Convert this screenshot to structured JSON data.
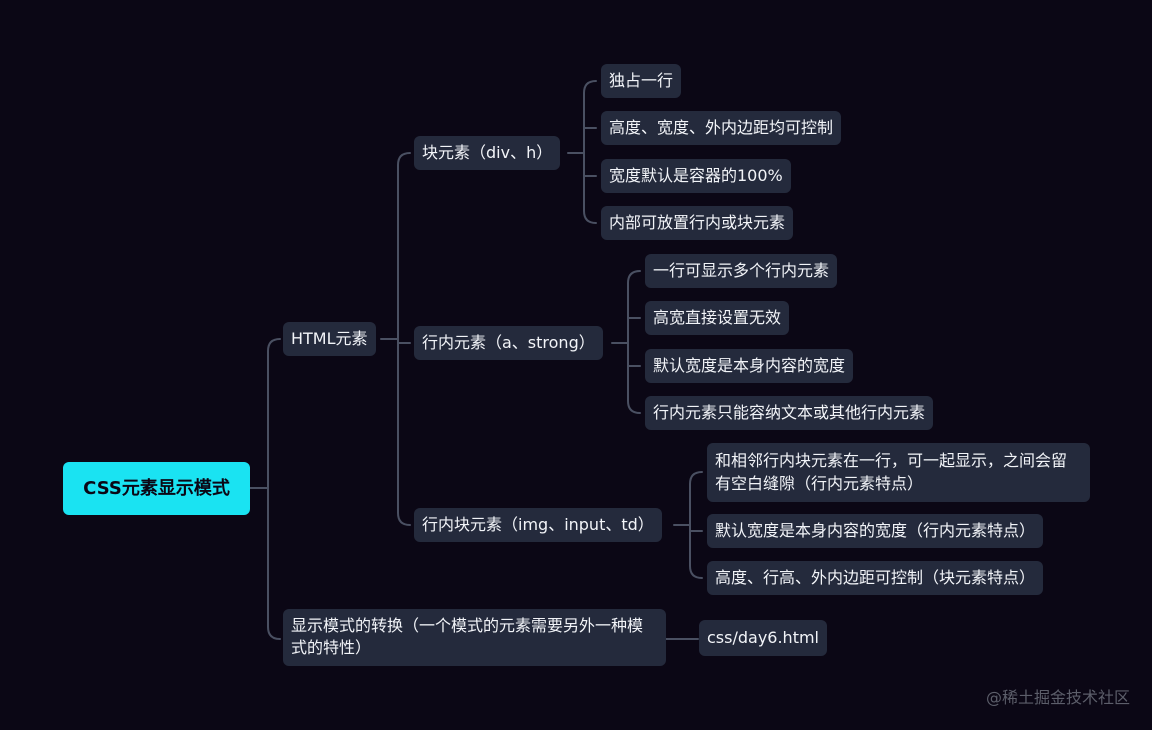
{
  "root": "CSS元素显示模式",
  "html_elements": "HTML元素",
  "block": {
    "label": "块元素（div、h）",
    "items": [
      "独占一行",
      "高度、宽度、外内边距均可控制",
      "宽度默认是容器的100%",
      "内部可放置行内或块元素"
    ]
  },
  "inline": {
    "label": "行内元素（a、strong）",
    "items": [
      "一行可显示多个行内元素",
      "高宽直接设置无效",
      "默认宽度是本身内容的宽度",
      "行内元素只能容纳文本或其他行内元素"
    ]
  },
  "inline_block": {
    "label": "行内块元素（img、input、td）",
    "items": [
      "和相邻行内块元素在一行，可一起显示，之间会留有空白缝隙（行内元素特点）",
      "默认宽度是本身内容的宽度（行内元素特点）",
      "高度、行高、外内边距可控制（块元素特点）"
    ]
  },
  "conversion": {
    "label": "显示模式的转换（一个模式的元素需要另外一种模式的特性）",
    "file": "css/day6.html"
  },
  "watermark": "@稀土掘金技术社区",
  "colors": {
    "background": "#0b0715",
    "root": "#1ae3f2",
    "node": "#242a3c",
    "line": "#4a5062"
  }
}
